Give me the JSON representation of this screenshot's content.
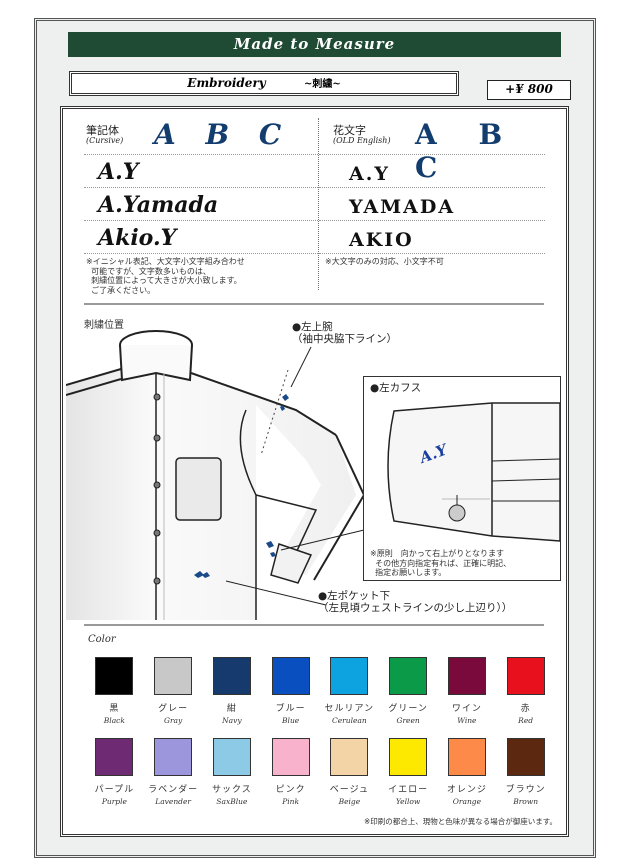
{
  "header": {
    "banner": "Made to Measure",
    "title": "Embroidery",
    "title_sub": "~刺繍~",
    "price": "+¥ 800"
  },
  "fonts": {
    "cursive": {
      "label_jp": "筆記体",
      "label_en": "(Cursive)",
      "sample": "A B C",
      "examples": [
        "A.Y",
        "A.Yamada",
        "Akio.Y"
      ],
      "note": "※イニシャル表記、大文字小文字組み合わせ\n  可能ですが、文字数多いものは、\n  刺繍位置によって大きさが大小致します。\n  ご了承ください。"
    },
    "oldenglish": {
      "label_jp": "花文字",
      "label_en": "(OLD English)",
      "sample": "A B C",
      "examples": [
        "A.Y",
        "YAMADA",
        "AKIO"
      ],
      "note": "※大文字のみの対応、小文字不可"
    }
  },
  "position": {
    "label": "刺繍位置",
    "upper_arm": "●左上腕\n（袖中央脇下ライン）",
    "cuff_title": "●左カフス",
    "cuff_sample": "A.Y",
    "cuff_note": "※原則　向かって右上がりとなります\n  その他方向指定有れば、正確に明記、\n  指定お願いします。",
    "pocket": "●左ポケット下\n（左見頃ウェストラインの少し上辺り））"
  },
  "colors": {
    "label": "Color",
    "row1": [
      {
        "jp": "黒",
        "en": "Black",
        "hex": "#000000"
      },
      {
        "jp": "グレー",
        "en": "Gray",
        "hex": "#c8c8c8"
      },
      {
        "jp": "紺",
        "en": "Navy",
        "hex": "#173a6e"
      },
      {
        "jp": "ブルー",
        "en": "Blue",
        "hex": "#0a4fc0"
      },
      {
        "jp": "セルリアン",
        "en": "Cerulean",
        "hex": "#0ca3e0"
      },
      {
        "jp": "グリーン",
        "en": "Green",
        "hex": "#0a9a48"
      },
      {
        "jp": "ワイン",
        "en": "Wine",
        "hex": "#7a0a3c"
      },
      {
        "jp": "赤",
        "en": "Red",
        "hex": "#e8101c"
      }
    ],
    "row2": [
      {
        "jp": "パープル",
        "en": "Purple",
        "hex": "#6e2a72"
      },
      {
        "jp": "ラベンダー",
        "en": "Lavender",
        "hex": "#9c96dc"
      },
      {
        "jp": "サックス",
        "en": "SaxBlue",
        "hex": "#8ccae6"
      },
      {
        "jp": "ピンク",
        "en": "Pink",
        "hex": "#f8b2cc"
      },
      {
        "jp": "ベージュ",
        "en": "Beige",
        "hex": "#f2d4a6"
      },
      {
        "jp": "イエロー",
        "en": "Yellow",
        "hex": "#fde800"
      },
      {
        "jp": "オレンジ",
        "en": "Orange",
        "hex": "#fd8a48"
      },
      {
        "jp": "ブラウン",
        "en": "Brown",
        "hex": "#5c2810"
      }
    ],
    "footnote": "※印刷の都合上、現物と色味が異なる場合が御座います。"
  }
}
